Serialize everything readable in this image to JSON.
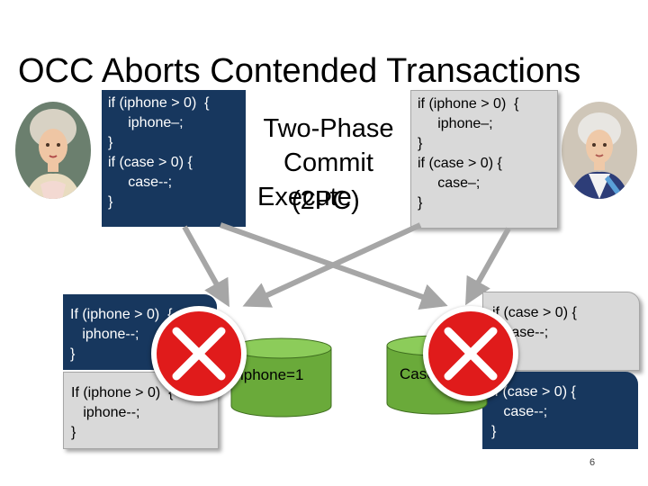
{
  "slide": {
    "title": "OCC Aborts Contended Transactions",
    "page_number": "6"
  },
  "left_code": "if (iphone > 0)  {\n     iphone–;\n}\nif (case > 0) {\n     case--;\n}",
  "right_code": "if (iphone > 0)  {\n     iphone–;\n}\nif (case > 0) {\n     case–;\n}",
  "center": {
    "line1": "Two-Phase",
    "line2": "Commit",
    "overlap_a": "Execute",
    "overlap_b": "(2PC)"
  },
  "left_server_boxes": [
    {
      "text": "If (iphone > 0)  {\n   iphone--;\n}"
    },
    {
      "text": "If (iphone > 0)  {\n   iphone--;\n}"
    }
  ],
  "right_server_boxes": [
    {
      "text": "if (case > 0) {\n   case--;\n}"
    },
    {
      "text": "if (case > 0) {\n   case--;\n}"
    }
  ],
  "databases": {
    "left_label": "iphone=1",
    "right_label": "Case=1"
  },
  "colors": {
    "dark_blue": "#17375e",
    "gray_box": "#d9d9d9",
    "db_green": "#6aaa3a",
    "abort_red": "#e01b1b",
    "arrow_gray": "#a6a6a6"
  },
  "icons": {
    "abort": "abort-x-icon",
    "database": "database-cylinder"
  }
}
